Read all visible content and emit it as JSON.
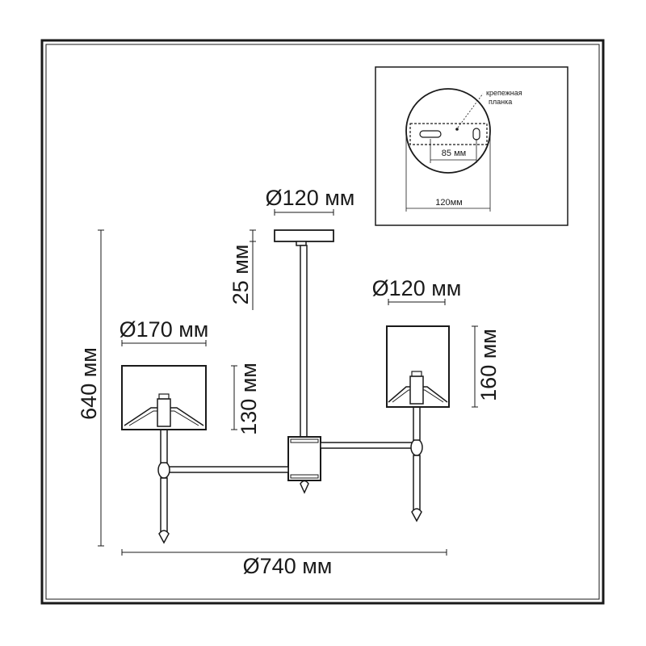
{
  "dimensions": {
    "canopy_diameter": "Ø120 мм",
    "canopy_height": "25 мм",
    "total_height": "640 мм",
    "left_shade_diameter": "Ø170 мм",
    "left_shade_height": "130 мм",
    "right_shade_diameter": "Ø120 мм",
    "right_shade_height": "160 мм",
    "total_width": "Ø740 мм"
  },
  "inset": {
    "plate_label_line1": "крепежная",
    "plate_label_line2": "планка",
    "hole_spacing": "85 мм",
    "plate_width": "120мм"
  }
}
